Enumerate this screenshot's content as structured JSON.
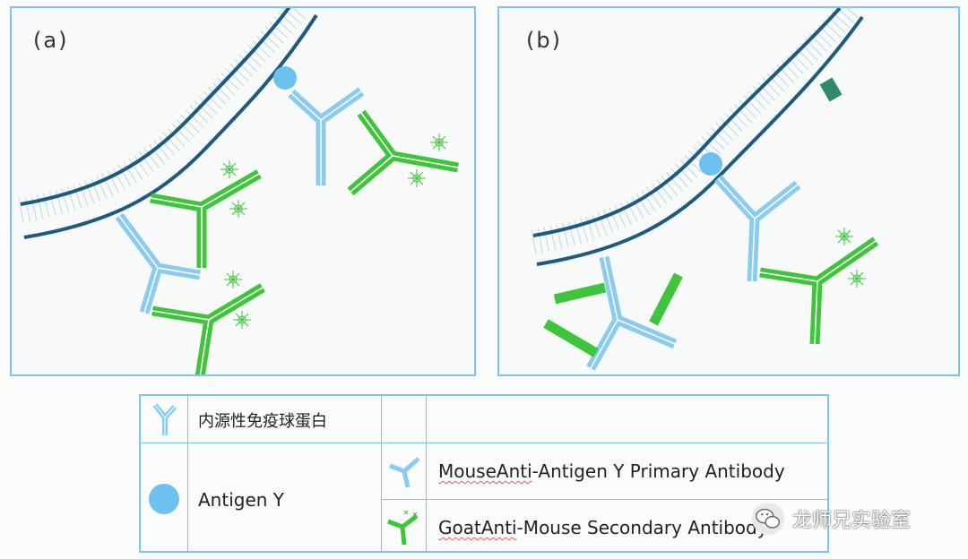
{
  "panels": {
    "a": {
      "label": "(a)"
    },
    "b": {
      "label": "(b)"
    }
  },
  "legend": {
    "endogenous_ig": "内源性免疫球蛋白",
    "antigen": "Antigen Y",
    "primary_prefix": "MouseAnti",
    "primary_rest": "-Antigen Y Primary Antibody",
    "secondary_prefix": "GoatAnti",
    "secondary_rest": "-Mouse Secondary Antibody"
  },
  "watermark": {
    "text": "龙师兄实验室"
  },
  "colors": {
    "membrane": "#1d5a80",
    "antigen": "#6ec0ef",
    "primary": "#8ccbf0",
    "secondary": "#3fc43c",
    "endogenous_marker": "#2d8a6a",
    "border": "#7ec3ec"
  }
}
